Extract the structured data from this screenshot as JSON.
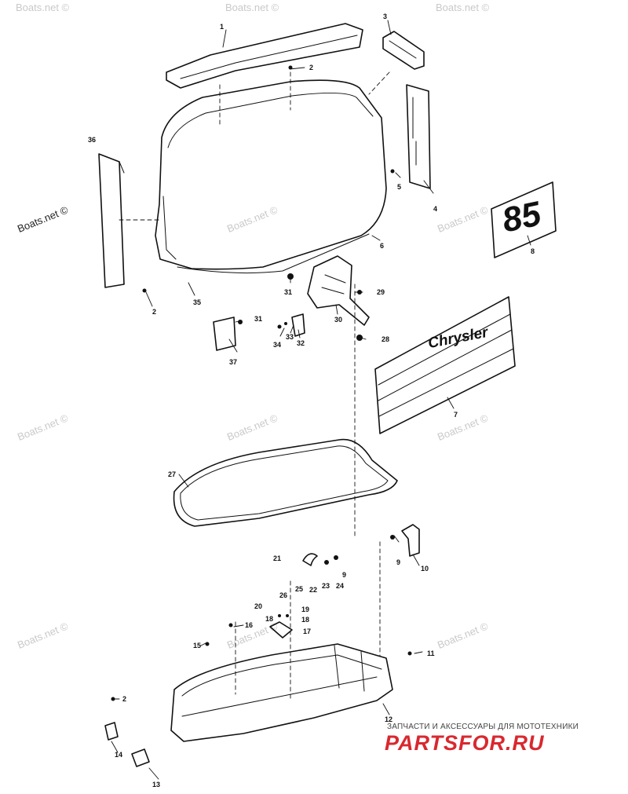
{
  "watermark": "Boats.net ©",
  "callouts": {
    "c1": "1",
    "c2a": "2",
    "c2b": "2",
    "c2c": "2",
    "c3": "3",
    "c4": "4",
    "c5": "5",
    "c6": "6",
    "c7": "7",
    "c8": "8",
    "c9a": "9",
    "c9b": "9",
    "c10": "10",
    "c11": "11",
    "c12": "12",
    "c13": "13",
    "c14": "14",
    "c15": "15",
    "c16": "16",
    "c17": "17",
    "c18a": "18",
    "c18b": "18",
    "c19": "19",
    "c20": "20",
    "c21": "21",
    "c22": "22",
    "c23": "23",
    "c24": "24",
    "c25": "25",
    "c26": "26",
    "c27": "27",
    "c28": "28",
    "c29": "29",
    "c30": "30",
    "c31a": "31",
    "c31b": "31",
    "c32": "32",
    "c33": "33",
    "c34": "34",
    "c35": "35",
    "c36": "36",
    "c37": "37"
  },
  "decals": {
    "model_number": "85",
    "brand_name": "Chrysler"
  },
  "footer": {
    "tagline": "ЗАПЧАСТИ И АКСЕССУАРЫ ДЛЯ МОТОТЕХНИКИ",
    "logo": "PARTSFOR.RU"
  }
}
